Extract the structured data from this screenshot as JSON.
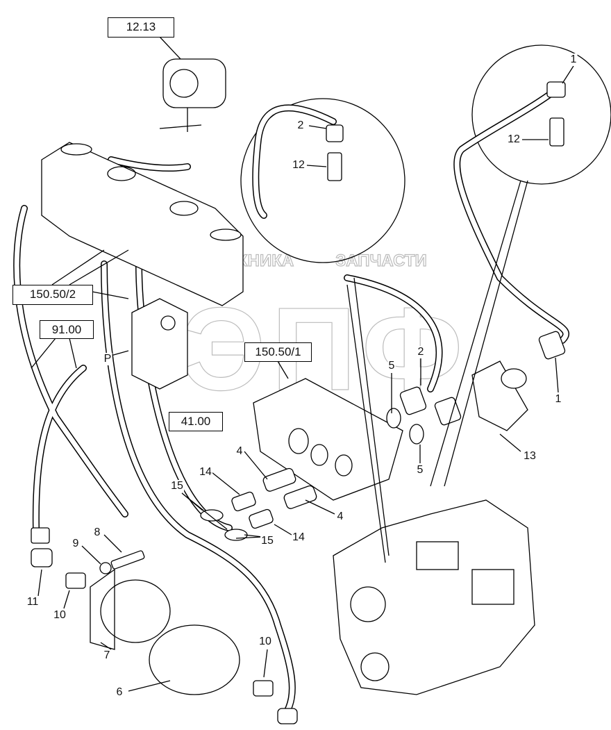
{
  "references": [
    "12.13",
    "150.50/2",
    "91.00",
    "150.50/1",
    "41.00"
  ],
  "callouts": {
    "c1_top": "1",
    "c12_right": "12",
    "c2_top": "2",
    "c12_left": "12",
    "port_p": "P",
    "c5_a": "5",
    "c2_mid": "2",
    "c1_mid": "1",
    "c13": "13",
    "c5_b": "5",
    "c4_a": "4",
    "c4_b": "4",
    "c14_a": "14",
    "c14_b": "14",
    "c15_a": "15",
    "c15_b": "15",
    "c8": "8",
    "c9": "9",
    "c11": "11",
    "c10_a": "10",
    "c7": "7",
    "c6": "6",
    "c10_b": "10"
  },
  "watermark": {
    "top_text": "ТЕХНИКА И ЗАПЧАСТИ",
    "logo_text": "ЭПФ",
    "color": "#bbbbbb"
  }
}
